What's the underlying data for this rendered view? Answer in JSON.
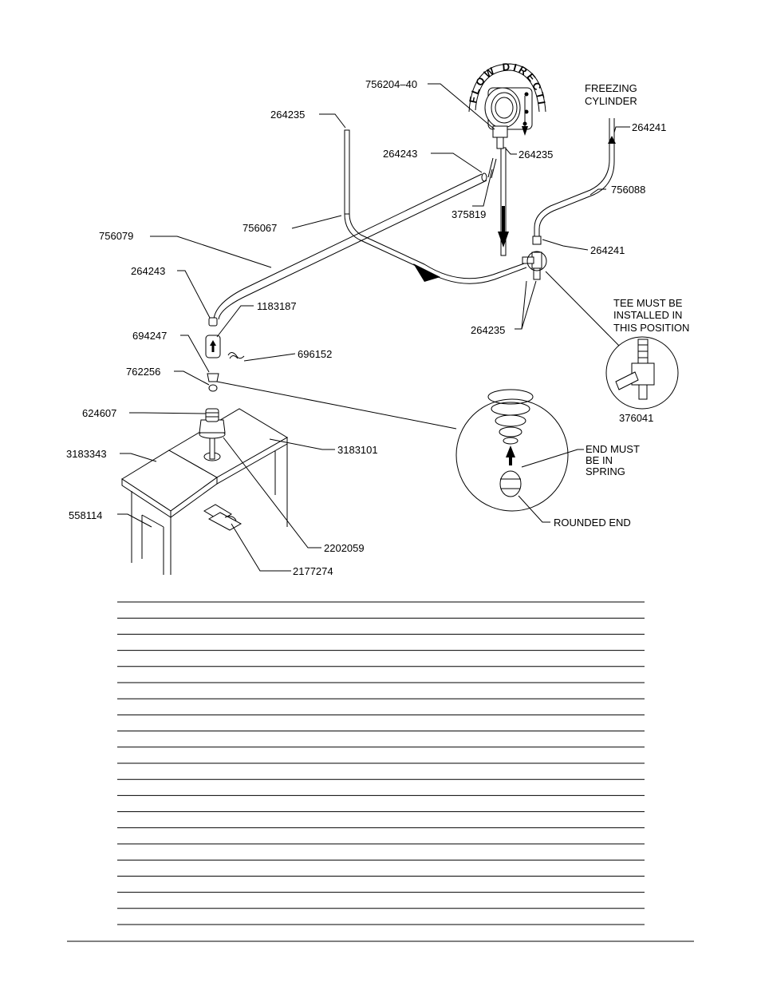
{
  "labels": {
    "p264235_top": "264235",
    "p264243_mid": "264243",
    "p756067": "756067",
    "p756079": "756079",
    "p264243_left": "264243",
    "p1183187": "1183187",
    "p694247": "694247",
    "p696152": "696152",
    "p762256": "762256",
    "p624607": "624607",
    "p3183343": "3183343",
    "p3183101": "3183101",
    "p558114": "558114",
    "p2202059": "2202059",
    "p2177274": "2177274",
    "p756204_40": "756204–40",
    "p264235_pump": "264235",
    "p375819": "375819",
    "p264241_top": "264241",
    "p756088": "756088",
    "p264241_low": "264241",
    "p264235_tee": "264235",
    "p376041": "376041"
  },
  "notes": {
    "flow_direction": "FLOW DIRECTION",
    "freezing_cylinder": [
      "FREEZING",
      "CYLINDER"
    ],
    "tee_position": [
      "TEE MUST BE",
      "INSTALLED IN",
      "THIS POSITION"
    ],
    "end_in_spring": [
      "END MUST",
      "BE IN",
      "SPRING"
    ],
    "rounded_end": "ROUNDED END"
  },
  "table": {
    "rows": 20
  }
}
